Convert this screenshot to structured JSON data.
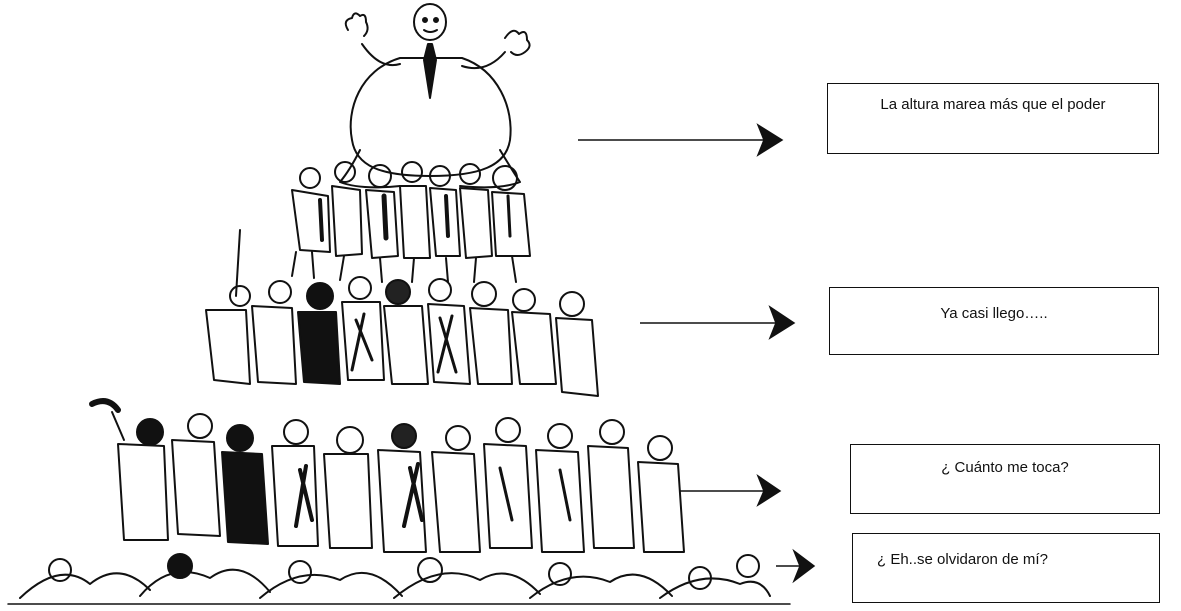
{
  "levels": [
    {
      "label": "La altura marea más que el poder"
    },
    {
      "label": "Ya casi llego….."
    },
    {
      "label": "¿ Cuánto me toca?"
    },
    {
      "label": "¿ Eh..se olvidaron de mí?"
    }
  ],
  "colors": {
    "ink": "#111111",
    "background": "#ffffff"
  },
  "icons": [
    "arrow-right-icon"
  ]
}
